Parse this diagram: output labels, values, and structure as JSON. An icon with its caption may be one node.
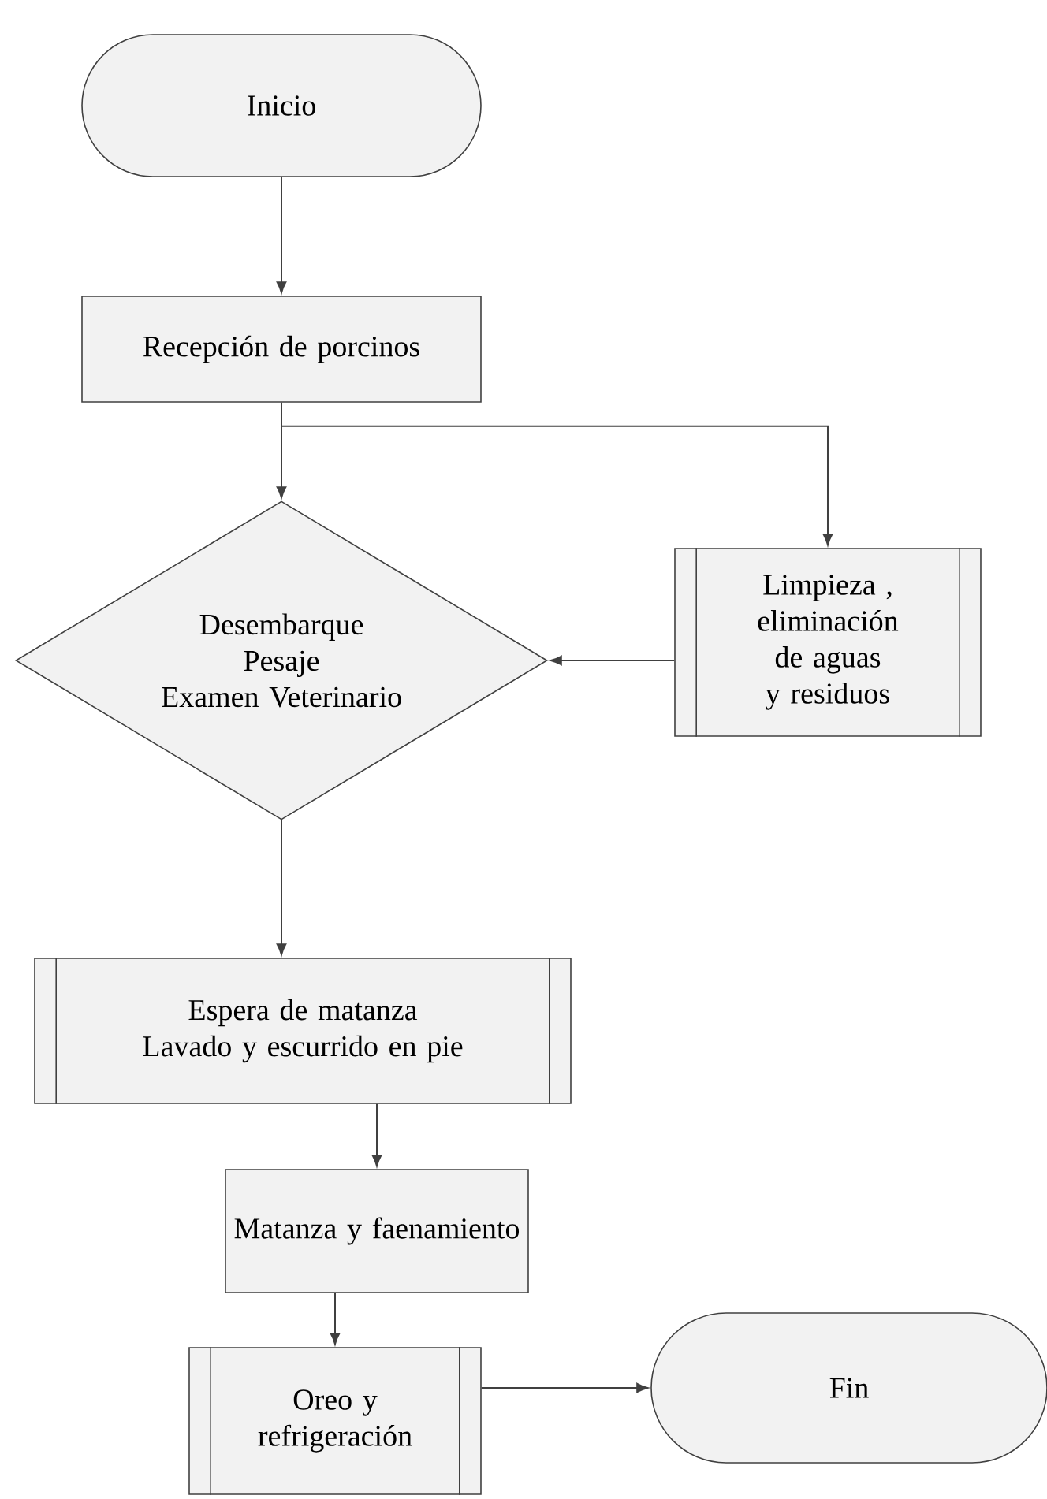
{
  "diagram": {
    "nodes": [
      {
        "text": [
          "Inicio"
        ]
      },
      {
        "text": [
          "Recepción de porcinos"
        ]
      },
      {
        "text": [
          "Desembarque",
          "Pesaje",
          "Examen Veterinario"
        ]
      },
      {
        "text": [
          "Limpieza , eliminación de aguas y residuos"
        ]
      },
      {
        "text": [
          "Espera de matanza",
          "Lavado y escurrido en pie"
        ]
      },
      {
        "text": [
          "Matanza y faenamiento"
        ]
      },
      {
        "text": [
          "Oreo y refrigeración"
        ]
      },
      {
        "text": [
          "Fin"
        ]
      }
    ],
    "edges": [
      {
        "from": 0,
        "to": 1,
        "arrow": "to"
      },
      {
        "from": 1,
        "to": 2,
        "arrow": "to"
      },
      {
        "from": 1,
        "to": 3,
        "arrow": "to"
      },
      {
        "from": 3,
        "to": 2,
        "arrow": "to"
      },
      {
        "from": 2,
        "to": 4,
        "arrow": "to"
      },
      {
        "from": 4,
        "to": 5,
        "arrow": "to"
      },
      {
        "from": 5,
        "to": 6,
        "arrow": "to"
      },
      {
        "from": 6,
        "to": 7,
        "arrow": "to"
      }
    ]
  }
}
